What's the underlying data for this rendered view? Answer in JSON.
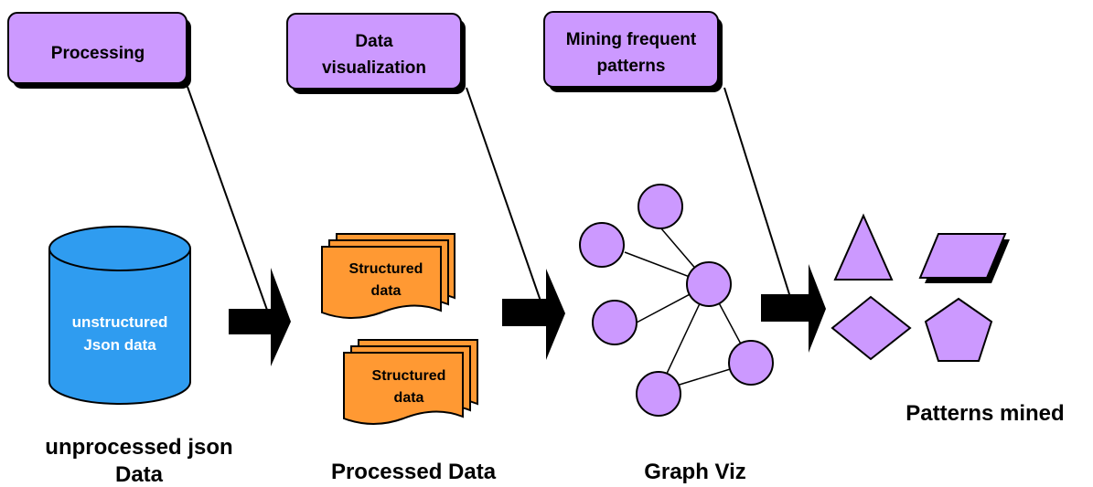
{
  "callouts": [
    {
      "lines": [
        "Processing"
      ]
    },
    {
      "lines": [
        "Data",
        "visualization"
      ]
    },
    {
      "lines": [
        "Mining frequent",
        "patterns"
      ]
    }
  ],
  "database": {
    "lines": [
      "unstructured",
      "Json data"
    ]
  },
  "documents": [
    {
      "lines": [
        "Structured",
        "data"
      ]
    },
    {
      "lines": [
        "Structured",
        "data"
      ]
    }
  ],
  "captions": {
    "unprocessed": [
      "unprocessed json",
      "Data"
    ],
    "processed": "Processed Data",
    "graph": "Graph Viz",
    "patterns": "Patterns mined"
  },
  "colors": {
    "callout_fill": "#cc99ff",
    "database_fill": "#2f9cf0",
    "document_fill": "#ff9933",
    "node_fill": "#cc99ff",
    "shape_fill": "#cc99ff",
    "arrow": "#000000"
  }
}
